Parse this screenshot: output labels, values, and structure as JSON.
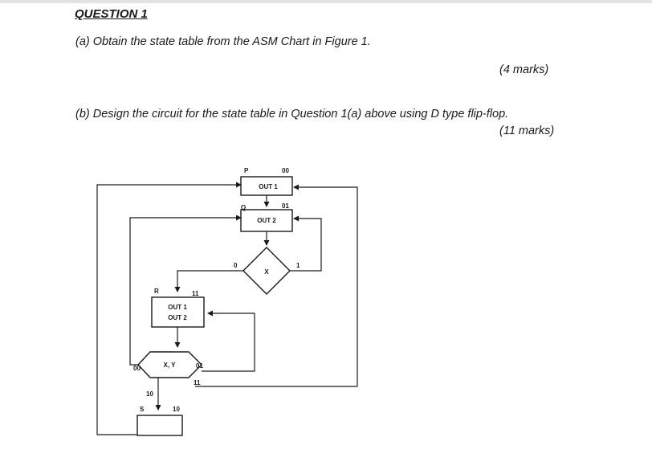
{
  "question": {
    "heading": "QUESTION 1",
    "part_a": "(a) Obtain the state table from the ASM Chart in Figure 1.",
    "part_a_marks": "(4 marks)",
    "part_b": "(b) Design the circuit for the state table in Question 1(a) above using D type flip-flop.",
    "part_b_marks": "(11 marks)"
  },
  "asm": {
    "state_p": {
      "name": "P",
      "code": "00",
      "output": "OUT 1"
    },
    "state_q": {
      "name": "Q",
      "code": "01",
      "output": "OUT 2"
    },
    "decision_x": {
      "input": "X",
      "branch_0": "0",
      "branch_1": "1"
    },
    "state_r": {
      "name": "R",
      "code": "11",
      "output_1": "OUT 1",
      "output_2": "OUT 2"
    },
    "decision_xy": {
      "input": "X, Y",
      "branch_00": "00",
      "branch_01": "01",
      "branch_11": "11",
      "branch_10": "10"
    },
    "state_s": {
      "name": "S",
      "code": "10"
    }
  }
}
